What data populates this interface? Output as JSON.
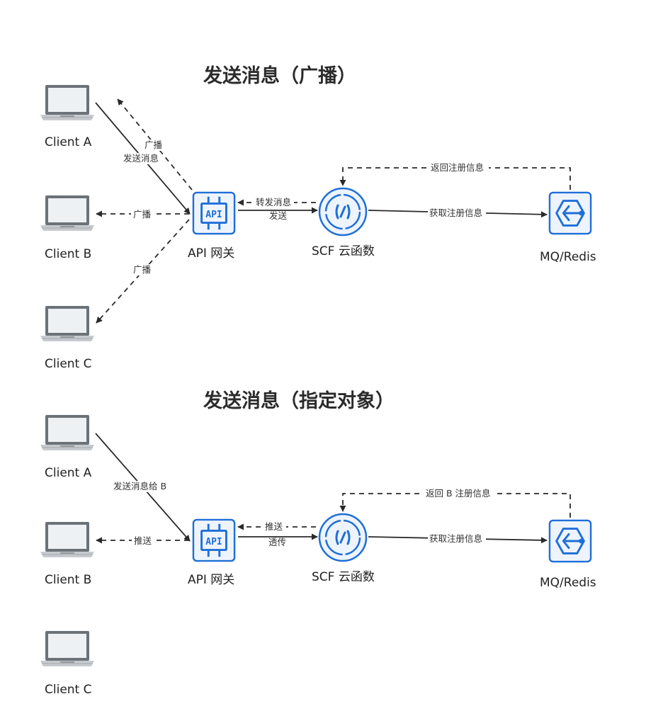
{
  "sections": [
    {
      "title": "发送消息（广播）",
      "clients": [
        "Client A",
        "Client B",
        "Client C"
      ],
      "gateway_label": "API 网关",
      "gateway_icon_text": "API",
      "scf_label": "SCF 云函数",
      "mq_label": "MQ/Redis",
      "edges": {
        "client_a_to_gateway": "发送消息",
        "gateway_to_client_a": "广播",
        "gateway_to_client_b": "广播",
        "gateway_to_client_c": "广播",
        "scf_to_gateway": "转发消息",
        "gateway_to_scf": "发送",
        "scf_to_mq": "获取注册信息",
        "mq_to_scf": "返回注册信息"
      }
    },
    {
      "title": "发送消息（指定对象）",
      "clients": [
        "Client A",
        "Client B",
        "Client C"
      ],
      "gateway_label": "API 网关",
      "gateway_icon_text": "API",
      "scf_label": "SCF 云函数",
      "mq_label": "MQ/Redis",
      "edges": {
        "client_a_to_gateway": "发送消息给 B",
        "gateway_to_client_b": "推送",
        "scf_to_gateway": "推送",
        "gateway_to_scf": "透传",
        "scf_to_mq": "获取注册信息",
        "mq_to_scf": "返回 B 注册信息"
      }
    }
  ],
  "colors": {
    "icon_blue": "#1f6fd8",
    "icon_fill": "#eef4fd",
    "line": "#2a2a2a",
    "laptop_frame": "#6b7278",
    "laptop_screen": "#eef1f3"
  }
}
